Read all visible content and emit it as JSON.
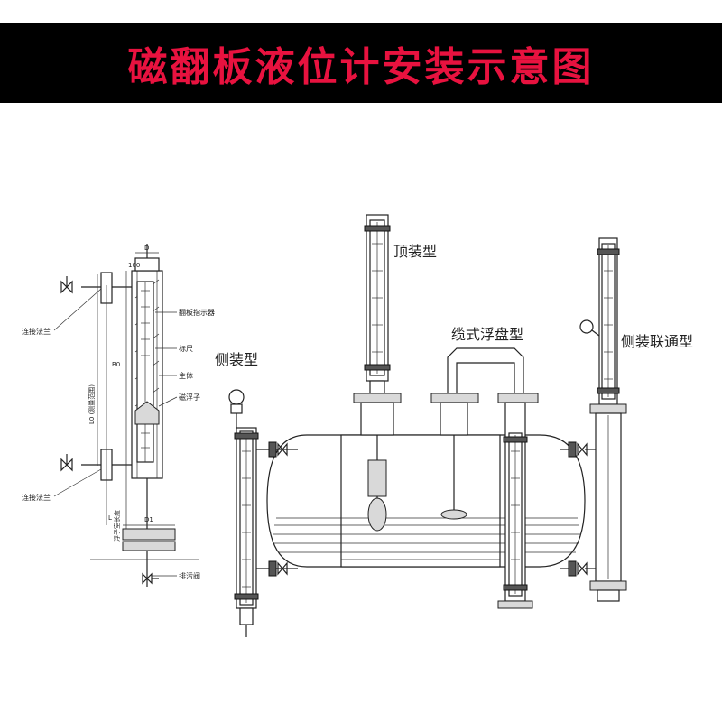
{
  "header": {
    "title": "磁翻板液位计安装示意图",
    "title_color": "#e8123f",
    "background": "#000000"
  },
  "install_types": {
    "side": "侧装型",
    "top": "顶装型",
    "cable_float": "缆式浮盘型",
    "side_connected": "侧装联通型"
  },
  "detail_drawing": {
    "labels": {
      "upper_flange": "连接法兰",
      "lower_flange": "连接法兰",
      "indicator": "翻板指示器",
      "scale": "标尺",
      "body": "主体",
      "float": "磁浮子",
      "drain_valve": "排污阀",
      "dim_b0": "B0",
      "dim_d1": "D1",
      "dim_d": "D",
      "dim_l": "L",
      "dim_100": "100",
      "range_text": "L0 (测量范围)",
      "bottom_text": "浮子室长度"
    }
  }
}
